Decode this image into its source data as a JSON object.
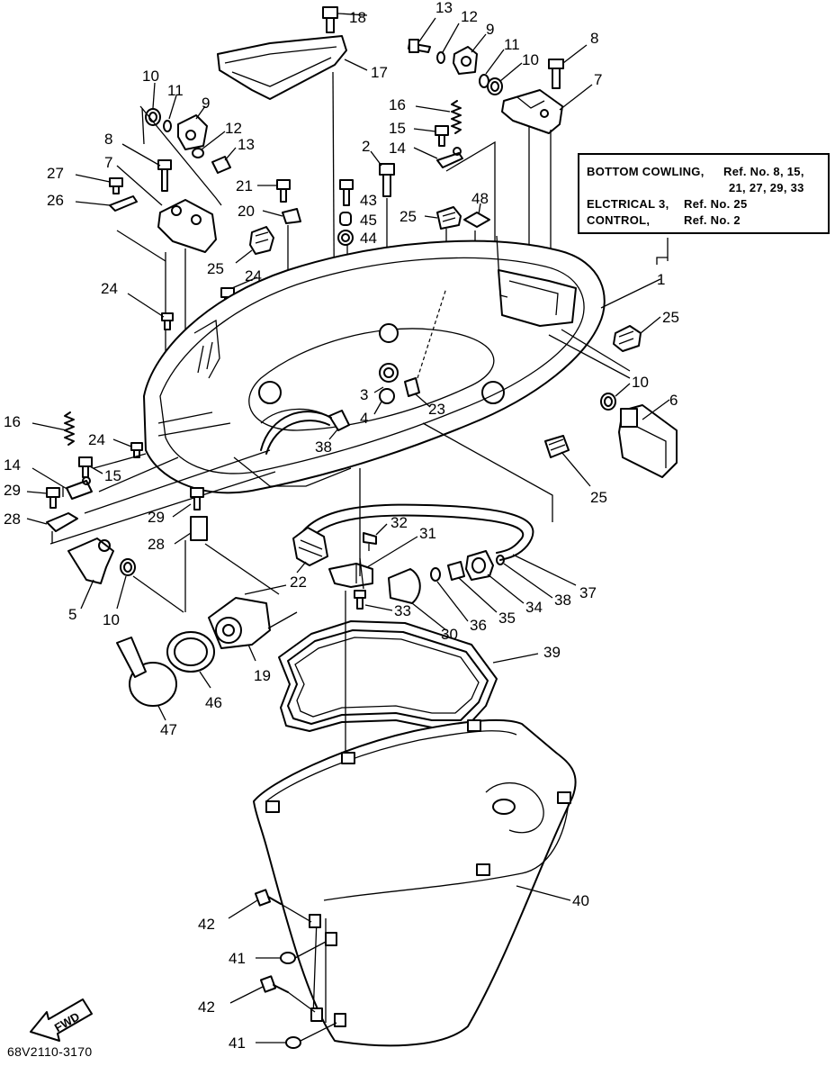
{
  "reference_box": {
    "bottom_cowling_label": "BOTTOM COWLING,",
    "bottom_cowling_refs_1": "Ref. No. 8, 15,",
    "bottom_cowling_refs_2": "21, 27, 29, 33",
    "electrical_label": "ELCTRICAL 3,",
    "electrical_refs": "Ref. No. 25",
    "control_label": "CONTROL,",
    "control_refs": "Ref. No. 2"
  },
  "drawing_number": "68V2110-3170",
  "fwd_label": "FWD",
  "callouts": [
    "18",
    "17",
    "13",
    "12",
    "9",
    "11",
    "10",
    "8",
    "7",
    "16",
    "15",
    "14",
    "10",
    "11",
    "9",
    "12",
    "13",
    "8",
    "7",
    "27",
    "26",
    "21",
    "20",
    "2",
    "43",
    "45",
    "44",
    "48",
    "25",
    "25",
    "24",
    "24",
    "1",
    "25",
    "16",
    "24",
    "15",
    "14",
    "29",
    "28",
    "3",
    "4",
    "23",
    "38",
    "10",
    "6",
    "25",
    "29",
    "28",
    "5",
    "10",
    "32",
    "31",
    "22",
    "30",
    "33",
    "36",
    "35",
    "34",
    "38",
    "37",
    "19",
    "46",
    "47",
    "39",
    "40",
    "42",
    "41",
    "42",
    "41"
  ],
  "icons": [
    "fwd-arrow-icon"
  ]
}
